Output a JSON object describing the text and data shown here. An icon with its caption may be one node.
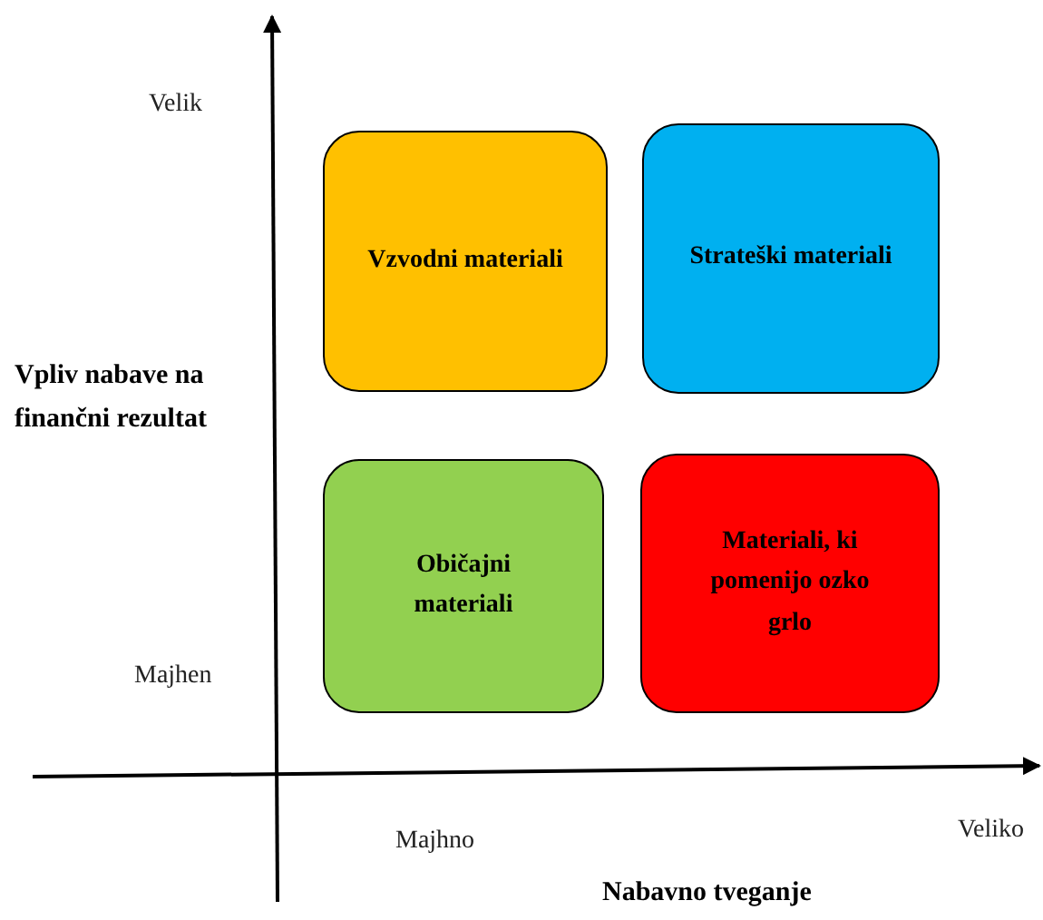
{
  "diagram": {
    "nodes": [
      {
        "text": [
          "Vzvodni materiali"
        ]
      },
      {
        "text": [
          "Strateški materiali"
        ]
      },
      {
        "text": [
          "Običajni materiali"
        ]
      },
      {
        "text": [
          "Materiali, ki pomenijo ozko grlo"
        ]
      }
    ],
    "labels": [
      "Velik",
      "Vpliv nabave na finančni rezultat",
      "Majhen",
      "Majhno",
      "Veliko",
      "Nabavno tveganje"
    ]
  }
}
